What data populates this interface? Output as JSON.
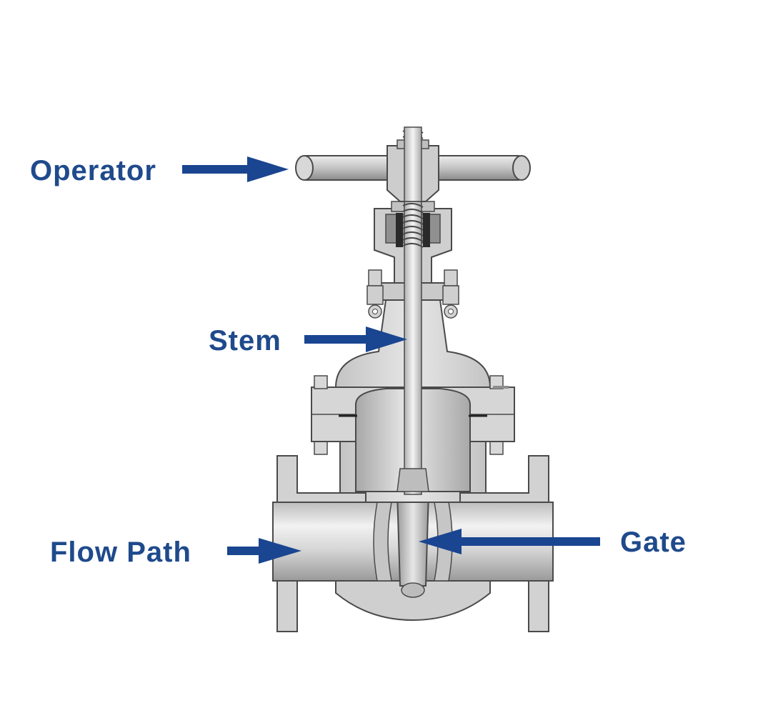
{
  "colors": {
    "label": "#1f4a8c",
    "arrow": "#1a4590",
    "metal_light": "#e4e4e4",
    "metal_mid": "#c8c8c8",
    "metal_dark": "#8e8e8e",
    "outline": "#4a4a4a",
    "cavity": "#bdbdbd",
    "packing": "#2a2a2a"
  },
  "labels": {
    "operator": "Operator",
    "stem": "Stem",
    "flow_path": "Flow Path",
    "gate": "Gate"
  }
}
